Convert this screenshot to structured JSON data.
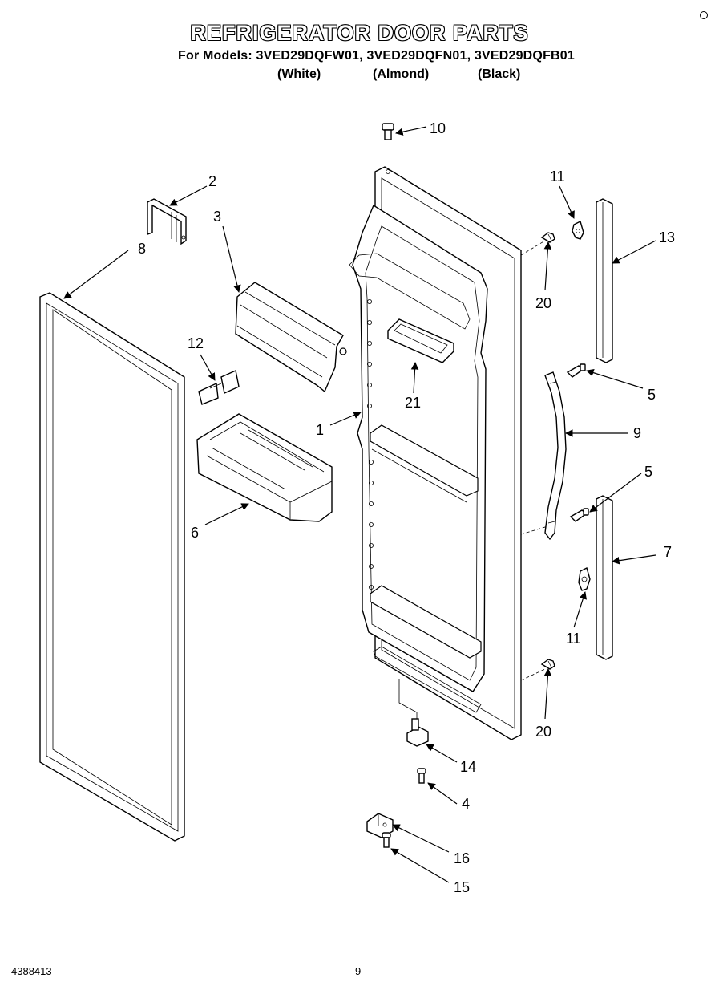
{
  "header": {
    "title": "REFRIGERATOR DOOR PARTS",
    "models_line": "For Models: 3VED29DQFW01, 3VED29DQFN01, 3VED29DQFB01",
    "colors": {
      "white": "(White)",
      "almond": "(Almond)",
      "black": "(Black)"
    }
  },
  "callouts": {
    "door_liner": "1",
    "door_stop_bracket": "2",
    "dairy_door": "3",
    "hinge_screw": "4",
    "handle_screw_top": "5",
    "handle_screw_bottom": "5",
    "door_bin": "6",
    "trim_lower": "7",
    "door_gasket": "8",
    "door_handle": "9",
    "top_hinge_bushing": "10",
    "trim_clip_top": "11",
    "trim_clip_bottom": "11",
    "retainer_clip": "12",
    "trim_upper": "13",
    "bottom_hinge": "14",
    "hinge_bolt": "15",
    "hinge_bracket": "16",
    "trim_screw_top": "20",
    "trim_screw_bottom": "20",
    "egg_tray": "21"
  },
  "footer": {
    "doc_number": "4388413",
    "page_number": "9"
  }
}
